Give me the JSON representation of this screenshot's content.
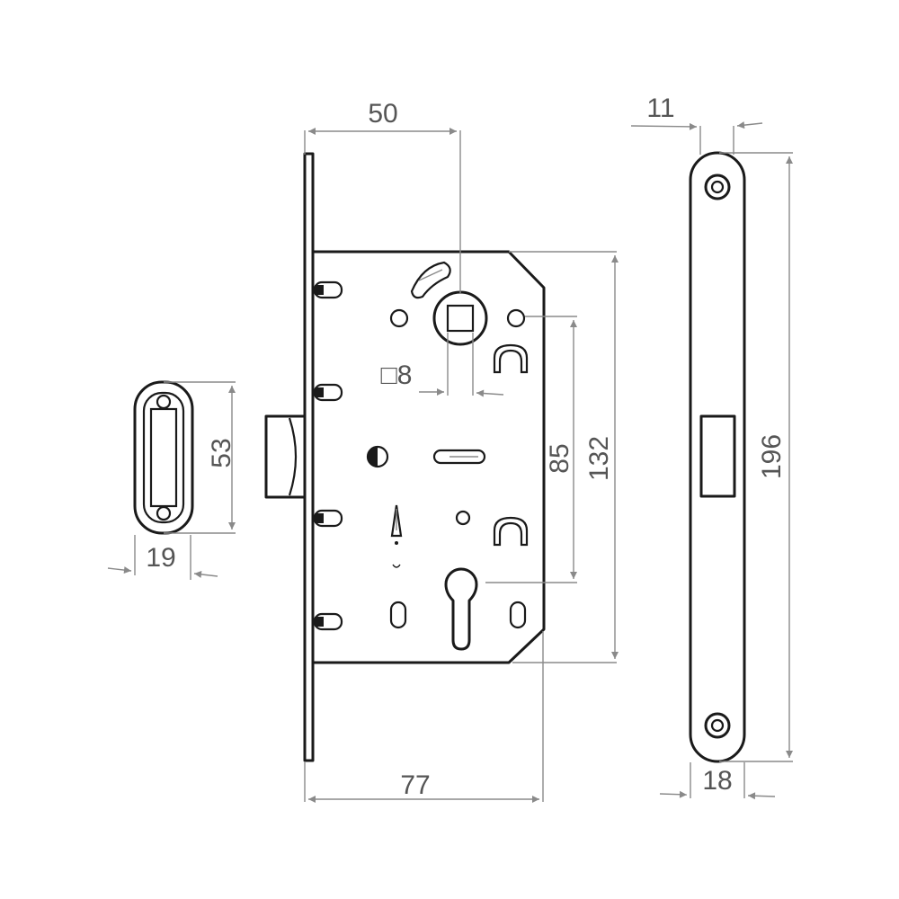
{
  "figure": {
    "strike_plate": {
      "height_label": "53",
      "width_label": "19"
    },
    "lock_body": {
      "backset_label": "50",
      "spindle_label": "□8",
      "center_distance_label": "85",
      "body_height_label": "132",
      "body_depth_label": "77"
    },
    "faceplate": {
      "thickness_label": "11",
      "length_label": "196",
      "width_label": "18"
    }
  },
  "colors": {
    "line": "#1a1a1a",
    "dimension": "#8a8a8a",
    "text": "#555555",
    "background": "#ffffff"
  }
}
